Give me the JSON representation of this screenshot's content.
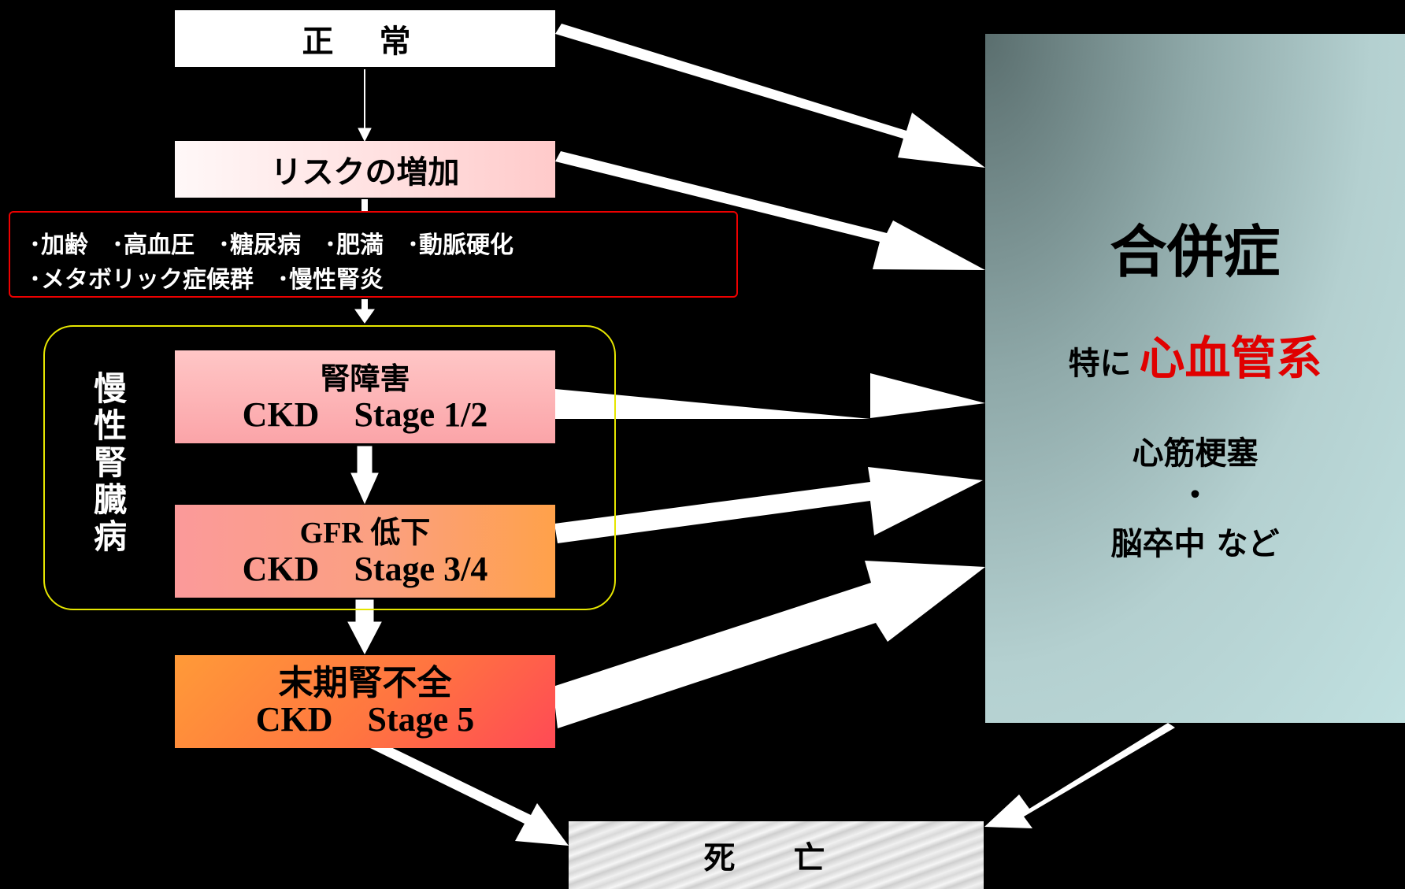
{
  "nodes": {
    "normal": "正 常",
    "risk_increase": "リスクの増加",
    "risk_factors_line1": "･加齢　･高血圧　･糖尿病　･肥満　･動脈硬化",
    "risk_factors_line2": "･メタボリック症候群　･慢性腎炎",
    "ckd_group_label": "慢性腎臓病",
    "stage12_title": "腎障害",
    "stage12_sub": "CKD　Stage 1/2",
    "stage34_title": "GFR 低下",
    "stage34_sub": "CKD　Stage 3/4",
    "stage5_title": "末期腎不全",
    "stage5_sub": "CKD　Stage 5",
    "complications_title": "合併症",
    "complications_especially": "特に",
    "complications_highlight": "心血管系",
    "complications_example1": "心筋梗塞",
    "complications_separator": "・",
    "complications_example2": "脳卒中 など",
    "death": "死 亡"
  },
  "colors": {
    "background": "#000000",
    "highlight_red": "#e00000",
    "risk_border": "#ee0000",
    "ckd_group_border": "#e6e600"
  }
}
